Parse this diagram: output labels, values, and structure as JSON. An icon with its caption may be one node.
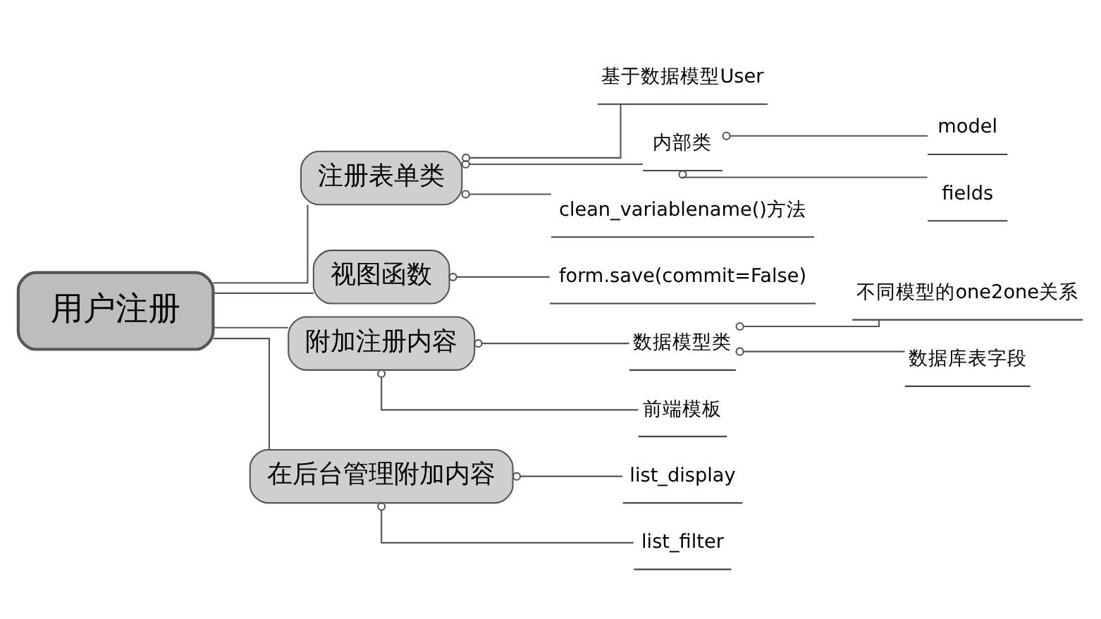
{
  "diagram": {
    "nodes": [
      {
        "text": [
          "用户注册"
        ]
      },
      {
        "text": [
          "注册表单类"
        ]
      },
      {
        "text": [
          "基于数据模型User"
        ]
      },
      {
        "text": [
          "内部类"
        ]
      },
      {
        "text": [
          "model"
        ]
      },
      {
        "text": [
          "fields"
        ]
      },
      {
        "text": [
          "clean_variablename()方法"
        ]
      },
      {
        "text": [
          "视图函数"
        ]
      },
      {
        "text": [
          "form.save(commit=False)"
        ]
      },
      {
        "text": [
          "附加注册内容"
        ]
      },
      {
        "text": [
          "数据模型类"
        ]
      },
      {
        "text": [
          "不同模型的one2one关系"
        ]
      },
      {
        "text": [
          "数据库表字段"
        ]
      },
      {
        "text": [
          "前端模板"
        ]
      },
      {
        "text": [
          "在后台管理附加内容"
        ]
      },
      {
        "text": [
          "list_display"
        ]
      },
      {
        "text": [
          "list_filter"
        ]
      }
    ],
    "edges": [
      {
        "from": 0,
        "to": 1,
        "arrow": "none"
      },
      {
        "from": 0,
        "to": 7,
        "arrow": "none"
      },
      {
        "from": 0,
        "to": 9,
        "arrow": "none"
      },
      {
        "from": 0,
        "to": 14,
        "arrow": "none"
      },
      {
        "from": 1,
        "to": 2,
        "arrow": "other"
      },
      {
        "from": 1,
        "to": 3,
        "arrow": "other"
      },
      {
        "from": 1,
        "to": 6,
        "arrow": "other"
      },
      {
        "from": 3,
        "to": 4,
        "arrow": "other"
      },
      {
        "from": 3,
        "to": 5,
        "arrow": "other"
      },
      {
        "from": 7,
        "to": 8,
        "arrow": "other"
      },
      {
        "from": 9,
        "to": 10,
        "arrow": "other"
      },
      {
        "from": 9,
        "to": 13,
        "arrow": "other"
      },
      {
        "from": 10,
        "to": 11,
        "arrow": "other"
      },
      {
        "from": 10,
        "to": 12,
        "arrow": "other"
      },
      {
        "from": 14,
        "to": 15,
        "arrow": "other"
      },
      {
        "from": 14,
        "to": 16,
        "arrow": "other"
      }
    ]
  }
}
